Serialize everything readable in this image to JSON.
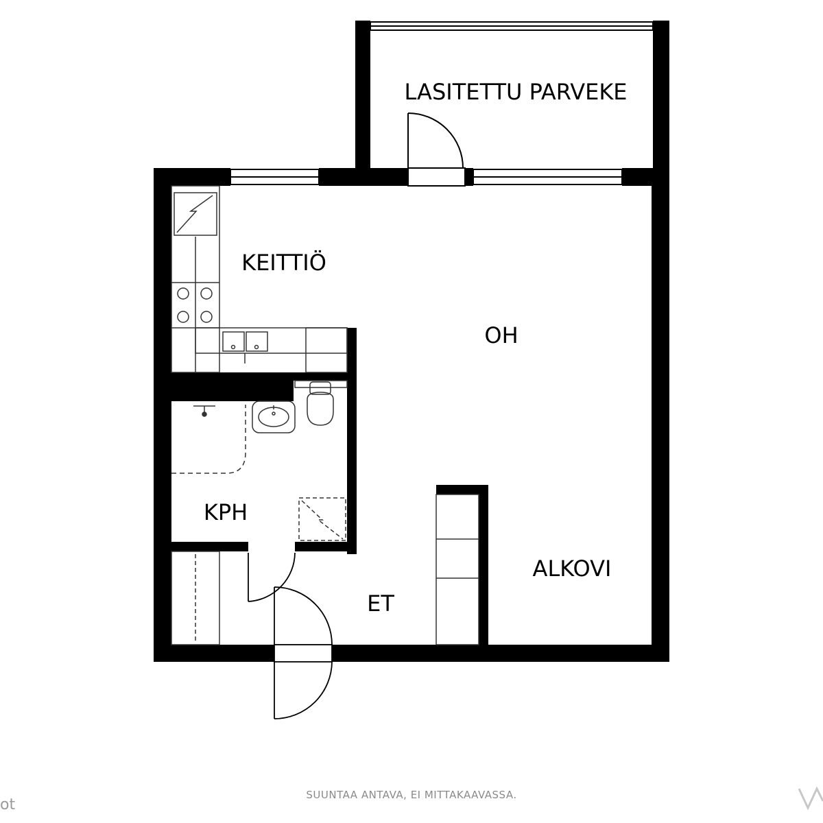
{
  "rooms": {
    "balcony": "LASITETTU PARVEKE",
    "kitchen": "KEITTIÖ",
    "living": "OH",
    "bathroom": "KPH",
    "hall": "ET",
    "alcove": "ALKOVI"
  },
  "footer_note": "SUUNTAA ANTAVA, EI MITTAKAAVASSA.",
  "watermark_left": "ot",
  "colors": {
    "wall": "#000000",
    "line": "#333333",
    "note": "#8a8a8a"
  }
}
